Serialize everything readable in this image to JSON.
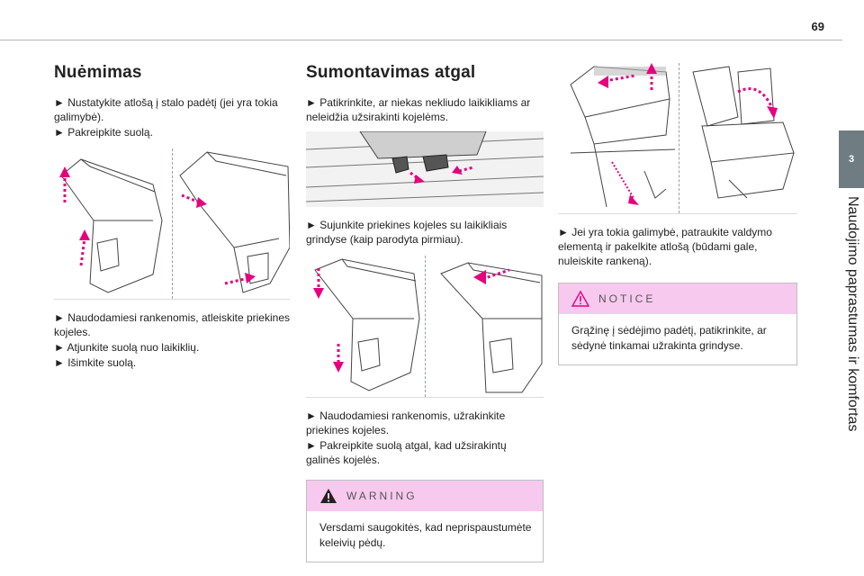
{
  "page": {
    "number": "69"
  },
  "side": {
    "chapter_number": "3",
    "chapter_title": "Naudojimo paprastumas ir komfortas"
  },
  "col1": {
    "title": "Nuėmimas",
    "steps_a": [
      "► Nustatykite atlošą į stalo padėtį (jei yra tokia galimybė).",
      "► Pakreipkite suolą."
    ],
    "steps_b": [
      "► Naudodamiesi rankenomis, atleiskite priekines kojeles.",
      "► Atjunkite suolą nuo laikiklių.",
      "► Išimkite suolą."
    ]
  },
  "col2": {
    "title": "Sumontavimas atgal",
    "steps_a": [
      "► Patikrinkite, ar niekas nekliudo laikikliams ar neleidžia užsirakinti kojelėms."
    ],
    "steps_b": [
      "► Sujunkite priekines kojeles su laikikliais grindyse (kaip parodyta pirmiau)."
    ],
    "steps_c": [
      "► Naudodamiesi rankenomis, užrakinkite priekines kojeles.",
      "► Pakreipkite suolą atgal, kad užsirakintų galinės kojelės."
    ],
    "warning": {
      "label": "WARNING",
      "text": "Versdami saugokitės, kad neprispaustumėte keleivių pėdų."
    }
  },
  "col3": {
    "steps_a": [
      "► Jei yra tokia galimybė, patraukite valdymo elementą ir pakelkite atlošą (būdami gale, nuleiskite rankeną)."
    ],
    "notice": {
      "label": "NOTICE",
      "text": "Grąžinę į sėdėjimo padėtį, patikrinkite, ar sėdynė tinkamai užrakinta grindyse."
    }
  },
  "colors": {
    "accent_pink": "#e6007e",
    "box_header": "#f7c9ee",
    "tab_gray": "#6f7d82"
  },
  "icons": {
    "warning": "warning-triangle-icon",
    "notice": "notice-triangle-icon"
  }
}
